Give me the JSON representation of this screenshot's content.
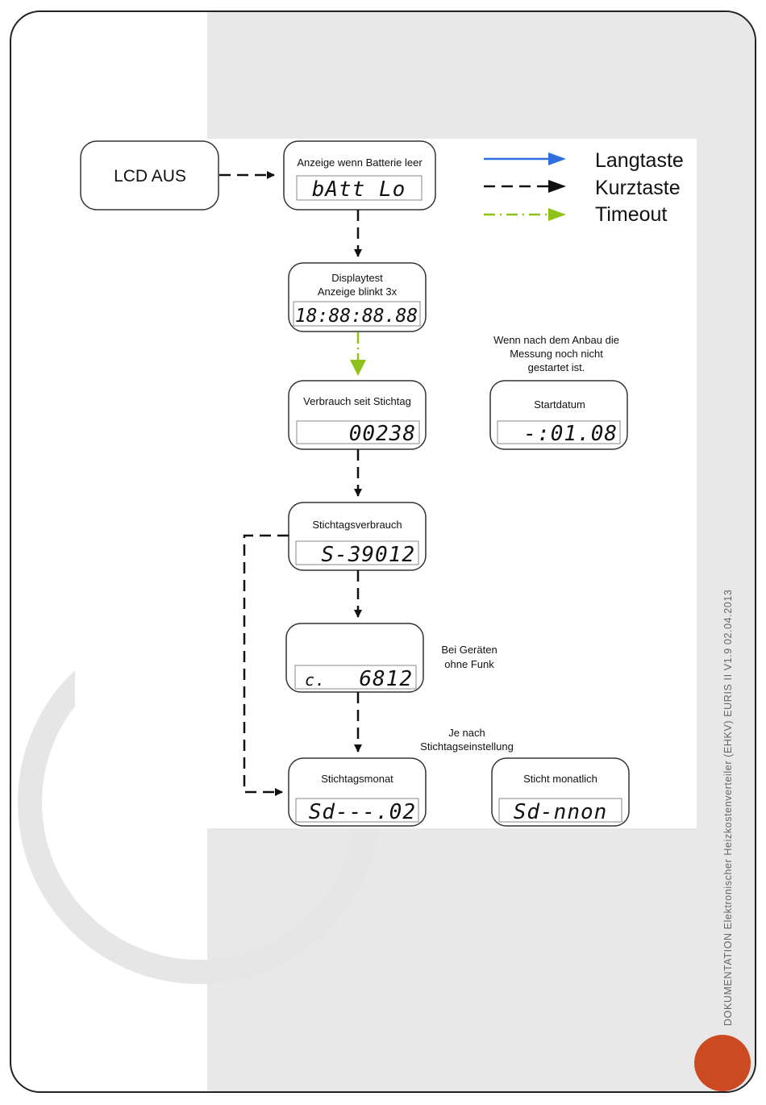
{
  "nodes": {
    "lcd_aus": {
      "title": "LCD AUS"
    },
    "batt": {
      "title": "Anzeige wenn Batterie leer",
      "lcd": "bAtt Lo"
    },
    "displaytest": {
      "title_line1": "Displaytest",
      "title_line2": "Anzeige blinkt 3x",
      "lcd": "18:88:88.88"
    },
    "verbrauch": {
      "title": "Verbrauch seit Stichtag",
      "lcd": "00238"
    },
    "startdatum": {
      "title": "Startdatum",
      "lcd": "-:01.08"
    },
    "stichtagsverbrauch": {
      "title": "Stichtagsverbrauch",
      "lcd": "S-39012"
    },
    "funk": {
      "lcd_left": "c.",
      "lcd_right": "6812"
    },
    "stichtagsmonat": {
      "title": "Stichtagsmonat",
      "lcd": "Sd---.02"
    },
    "sticht_monatlich": {
      "title": "Sticht monatlich",
      "lcd": "Sd-nnon"
    }
  },
  "notes": {
    "startdatum_line1": "Wenn nach dem Anbau die",
    "startdatum_line2": "Messung noch nicht",
    "startdatum_line3": "gestartet ist.",
    "funk_line1": "Bei Geräten",
    "funk_line2": "ohne Funk",
    "stichtag_line1": "Je nach",
    "stichtag_line2": "Stichtagseinstellung"
  },
  "legend": {
    "long": {
      "label": "Langtaste",
      "color": "#2f6fe0"
    },
    "short": {
      "label": "Kurztaste",
      "color": "#111111"
    },
    "timeout": {
      "label": "Timeout",
      "color": "#8ec21a"
    }
  },
  "footer": {
    "side_text": "DOKUMENTATION  Elektronischer Heizkostenverteiler (EHKV) EURIS II  V1.9  02.04.2013",
    "accent_color": "#cc4a22"
  }
}
